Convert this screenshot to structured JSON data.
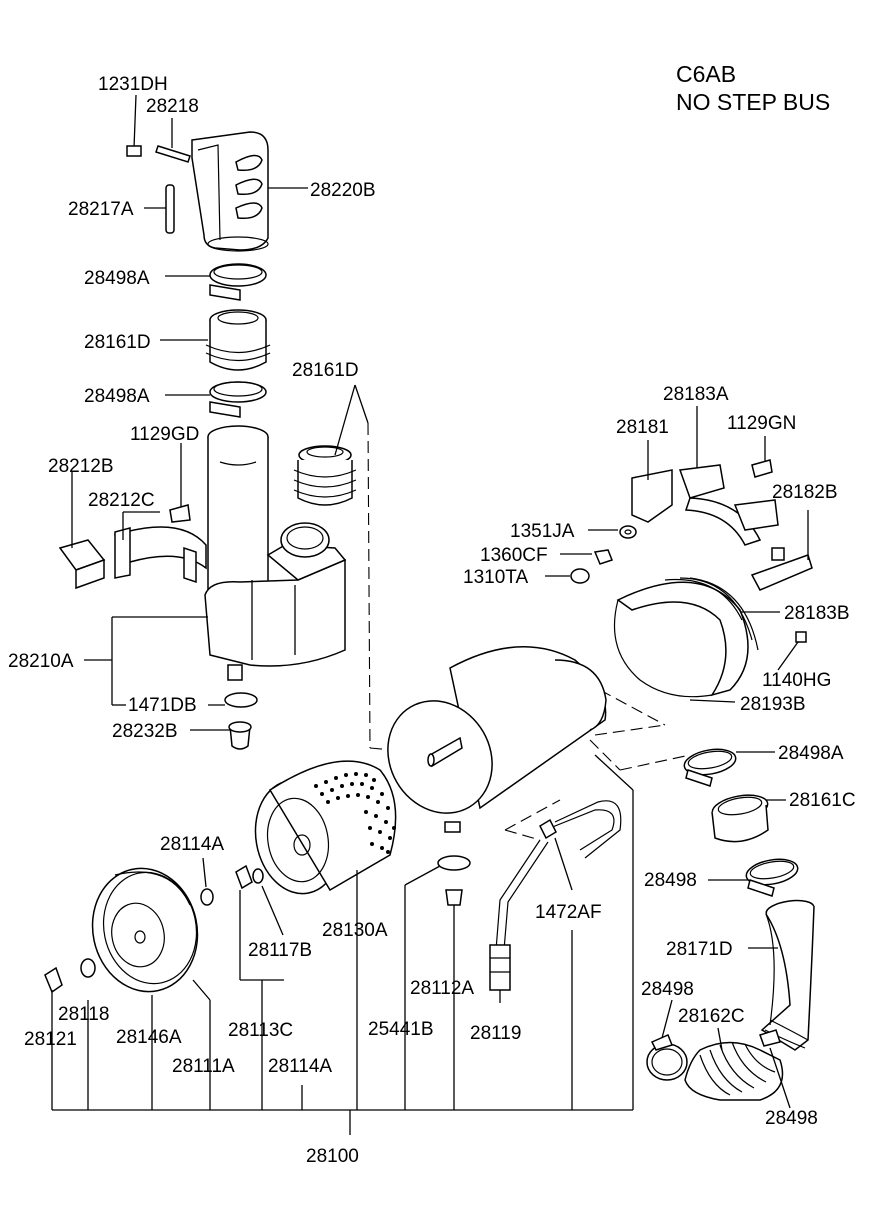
{
  "header": {
    "line1": "C6AB",
    "line2": "NO STEP BUS"
  },
  "labels": {
    "l_1231DH": "1231DH",
    "l_28218": "28218",
    "l_28220B": "28220B",
    "l_28217A": "28217A",
    "l_28498A_1": "28498A",
    "l_28161D_1": "28161D",
    "l_28498A_2": "28498A",
    "l_28161D_2": "28161D",
    "l_1129GD": "1129GD",
    "l_28212B": "28212B",
    "l_28212C": "28212C",
    "l_28210A": "28210A",
    "l_1471DB": "1471DB",
    "l_28232B": "28232B",
    "l_28183A": "28183A",
    "l_28181": "28181",
    "l_1129GN": "1129GN",
    "l_28182B": "28182B",
    "l_1351JA": "1351JA",
    "l_1360CF": "1360CF",
    "l_1310TA": "1310TA",
    "l_28183B": "28183B",
    "l_1140HG": "1140HG",
    "l_28193B": "28193B",
    "l_28498A_3": "28498A",
    "l_28161C": "28161C",
    "l_28114A_1": "28114A",
    "l_28117B": "28117B",
    "l_28130A": "28130A",
    "l_1472AF": "1472AF",
    "l_28498_1": "28498",
    "l_28171D": "28171D",
    "l_28112A": "28112A",
    "l_28498_2": "28498",
    "l_28162C": "28162C",
    "l_28118": "28118",
    "l_28146A": "28146A",
    "l_28121": "28121",
    "l_28113C": "28113C",
    "l_25441B": "25441B",
    "l_28119": "28119",
    "l_28111A": "28111A",
    "l_28114A_2": "28114A",
    "l_28498_3": "28498",
    "l_28100": "28100"
  }
}
